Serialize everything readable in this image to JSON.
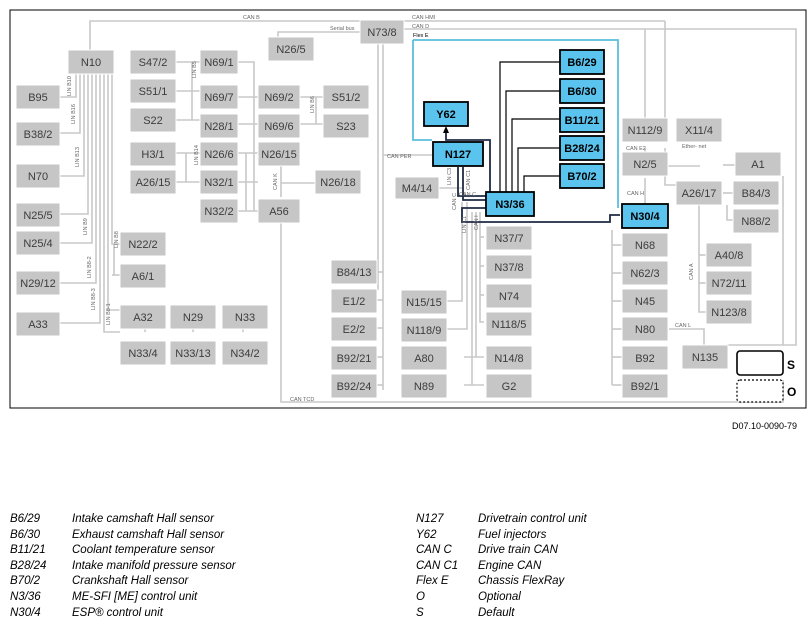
{
  "doc_code": "D07.10-0090-79",
  "boxes": [
    {
      "id": "N10",
      "label": "N10"
    },
    {
      "id": "B95",
      "label": "B95"
    },
    {
      "id": "B38_2",
      "label": "B38/2"
    },
    {
      "id": "N70",
      "label": "N70"
    },
    {
      "id": "N25_5",
      "label": "N25/5"
    },
    {
      "id": "N25_4",
      "label": "N25/4"
    },
    {
      "id": "N29_12",
      "label": "N29/12"
    },
    {
      "id": "A33",
      "label": "A33"
    },
    {
      "id": "S47_2",
      "label": "S47/2"
    },
    {
      "id": "S51_1",
      "label": "S51/1"
    },
    {
      "id": "S22",
      "label": "S22"
    },
    {
      "id": "H3_1",
      "label": "H3/1"
    },
    {
      "id": "A26_15",
      "label": "A26/15"
    },
    {
      "id": "N69_1",
      "label": "N69/1"
    },
    {
      "id": "N69_7",
      "label": "N69/7"
    },
    {
      "id": "N28_1",
      "label": "N28/1"
    },
    {
      "id": "N26_6",
      "label": "N26/6"
    },
    {
      "id": "N32_1",
      "label": "N32/1"
    },
    {
      "id": "N32_2",
      "label": "N32/2"
    },
    {
      "id": "N69_2",
      "label": "N69/2"
    },
    {
      "id": "N69_6",
      "label": "N69/6"
    },
    {
      "id": "S51_2",
      "label": "S51/2"
    },
    {
      "id": "S23",
      "label": "S23"
    },
    {
      "id": "N26_15",
      "label": "N26/15"
    },
    {
      "id": "N26_18",
      "label": "N26/18"
    },
    {
      "id": "A56",
      "label": "A56"
    },
    {
      "id": "N26_5",
      "label": "N26/5"
    },
    {
      "id": "N73_8",
      "label": "N73/8"
    },
    {
      "id": "N22_2",
      "label": "N22/2"
    },
    {
      "id": "A6_1",
      "label": "A6/1"
    },
    {
      "id": "A32",
      "label": "A32"
    },
    {
      "id": "N29",
      "label": "N29"
    },
    {
      "id": "N33",
      "label": "N33"
    },
    {
      "id": "N33_4",
      "label": "N33/4"
    },
    {
      "id": "N33_13",
      "label": "N33/13"
    },
    {
      "id": "N34_2",
      "label": "N34/2"
    },
    {
      "id": "B84_13",
      "label": "B84/13"
    },
    {
      "id": "E1_2",
      "label": "E1/2"
    },
    {
      "id": "E2_2",
      "label": "E2/2"
    },
    {
      "id": "B92_21",
      "label": "B92/21"
    },
    {
      "id": "B92_24",
      "label": "B92/24"
    },
    {
      "id": "M4_14",
      "label": "M4/14"
    },
    {
      "id": "N15_15",
      "label": "N15/15"
    },
    {
      "id": "N118_9",
      "label": "N118/9"
    },
    {
      "id": "A80",
      "label": "A80"
    },
    {
      "id": "N89",
      "label": "N89"
    },
    {
      "id": "N37_7",
      "label": "N37/7"
    },
    {
      "id": "N37_8",
      "label": "N37/8"
    },
    {
      "id": "N74",
      "label": "N74"
    },
    {
      "id": "N118_5",
      "label": "N118/5"
    },
    {
      "id": "N14_8",
      "label": "N14/8"
    },
    {
      "id": "G2",
      "label": "G2"
    },
    {
      "id": "Y62",
      "label": "Y62"
    },
    {
      "id": "N127",
      "label": "N127"
    },
    {
      "id": "N3_36",
      "label": "N3/36"
    },
    {
      "id": "B6_29",
      "label": "B6/29"
    },
    {
      "id": "B6_30",
      "label": "B6/30"
    },
    {
      "id": "B11_21",
      "label": "B11/21"
    },
    {
      "id": "B28_24",
      "label": "B28/24"
    },
    {
      "id": "B70_2",
      "label": "B70/2"
    },
    {
      "id": "N112_9",
      "label": "N112/9"
    },
    {
      "id": "X11_4",
      "label": "X11/4"
    },
    {
      "id": "N2_5",
      "label": "N2/5"
    },
    {
      "id": "N30_4",
      "label": "N30/4"
    },
    {
      "id": "N68",
      "label": "N68"
    },
    {
      "id": "N62_3",
      "label": "N62/3"
    },
    {
      "id": "N45",
      "label": "N45"
    },
    {
      "id": "N80",
      "label": "N80"
    },
    {
      "id": "B92",
      "label": "B92"
    },
    {
      "id": "B92_1",
      "label": "B92/1"
    },
    {
      "id": "A1",
      "label": "A1"
    },
    {
      "id": "A26_17",
      "label": "A26/17"
    },
    {
      "id": "B84_3",
      "label": "B84/3"
    },
    {
      "id": "N88_2",
      "label": "N88/2"
    },
    {
      "id": "A40_8",
      "label": "A40/8"
    },
    {
      "id": "N72_11",
      "label": "N72/11"
    },
    {
      "id": "N123_8",
      "label": "N123/8"
    },
    {
      "id": "N135",
      "label": "N135"
    }
  ],
  "bus_labels": [
    {
      "id": "can_b",
      "text": "CAN B"
    },
    {
      "id": "serial_bus",
      "text": "Serial bus"
    },
    {
      "id": "can_hmi",
      "text": "CAN HMI"
    },
    {
      "id": "can_d",
      "text": "CAN D"
    },
    {
      "id": "flex_e",
      "text": "Flex E"
    },
    {
      "id": "can_per",
      "text": "CAN PER"
    },
    {
      "id": "can_tcd",
      "text": "CAN TCD"
    },
    {
      "id": "can_h",
      "text": "CAN H"
    },
    {
      "id": "can_a",
      "text": "CAN A"
    },
    {
      "id": "can_l",
      "text": "CAN L"
    },
    {
      "id": "can_e2",
      "text": "CAN E2"
    },
    {
      "id": "ethernet",
      "text": "Ether- net"
    },
    {
      "id": "can_k",
      "text": "CAN K"
    },
    {
      "id": "can_c",
      "text": "CAN C"
    },
    {
      "id": "can_c1",
      "text": "CAN C1"
    },
    {
      "id": "can_c_lower",
      "text": "CAN C"
    },
    {
      "id": "can_i",
      "text": "CAN I"
    },
    {
      "id": "lin_b10",
      "text": "LIN B10"
    },
    {
      "id": "lin_b16",
      "text": "LIN B16"
    },
    {
      "id": "lin_b13",
      "text": "LIN B13"
    },
    {
      "id": "lin_b9",
      "text": "LIN B9"
    },
    {
      "id": "lin_b8_2",
      "text": "LIN B8-2"
    },
    {
      "id": "lin_b8_3",
      "text": "LIN B8-3"
    },
    {
      "id": "lin_b8_1",
      "text": "LIN B8-1"
    },
    {
      "id": "lin_b8",
      "text": "LIN B8"
    },
    {
      "id": "lin_b5",
      "text": "LIN B5"
    },
    {
      "id": "lin_b14",
      "text": "LIN B14"
    },
    {
      "id": "lin_b6",
      "text": "LIN B6"
    },
    {
      "id": "lin_c3",
      "text": "LIN C3"
    },
    {
      "id": "lin_c1",
      "text": "LIN C1"
    }
  ],
  "key": {
    "s_label": "S",
    "o_label": "O"
  },
  "colors": {
    "gray_fill": "#c6c6c6",
    "gray_line": "#c8c8c8",
    "blue_fill": "#5ac4ef",
    "flex_line": "#5bbfdc"
  },
  "legend_left": [
    {
      "code": "B6/29",
      "desc": "Intake camshaft Hall sensor"
    },
    {
      "code": "B6/30",
      "desc": "Exhaust camshaft Hall sensor"
    },
    {
      "code": "B11/21",
      "desc": "Coolant temperature sensor"
    },
    {
      "code": "B28/24",
      "desc": "Intake manifold pressure sensor"
    },
    {
      "code": "B70/2",
      "desc": "Crankshaft Hall sensor"
    },
    {
      "code": "N3/36",
      "desc": "ME-SFI [ME] control unit"
    },
    {
      "code": "N30/4",
      "desc": "ESP® control unit"
    }
  ],
  "legend_right": [
    {
      "code": "N127",
      "desc": "Drivetrain control unit"
    },
    {
      "code": "Y62",
      "desc": "Fuel injectors"
    },
    {
      "code": "CAN C",
      "desc": "Drive train CAN"
    },
    {
      "code": "CAN C1",
      "desc": "Engine CAN"
    },
    {
      "code": "Flex E",
      "desc": "Chassis FlexRay"
    },
    {
      "code": "O",
      "desc": "Optional"
    },
    {
      "code": "S",
      "desc": "Default"
    }
  ]
}
